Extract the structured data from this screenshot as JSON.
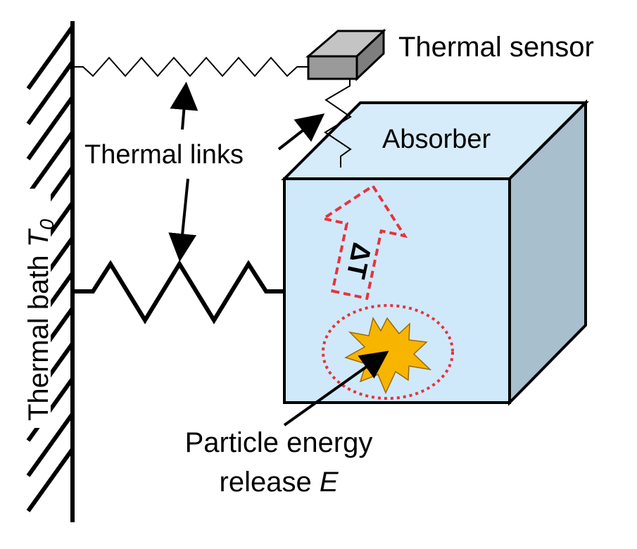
{
  "labels": {
    "thermal_sensor": "Thermal sensor",
    "absorber": "Absorber",
    "thermal_links": "Thermal links",
    "thermal_bath": "Thermal bath ",
    "thermal_bath_symbol": "T",
    "thermal_bath_subscript": "0",
    "delta_t": "ΔT",
    "particle_line1": "Particle energy",
    "particle_line2": "release ",
    "particle_symbol": "E"
  },
  "colors": {
    "absorber_front": "#cfe9fb",
    "absorber_side": "#a8bfce",
    "sensor": "#9a9a9a",
    "delta_t_arrow": "#e8333a",
    "burst": "#f7b500",
    "burst_circle": "#e8333a"
  }
}
